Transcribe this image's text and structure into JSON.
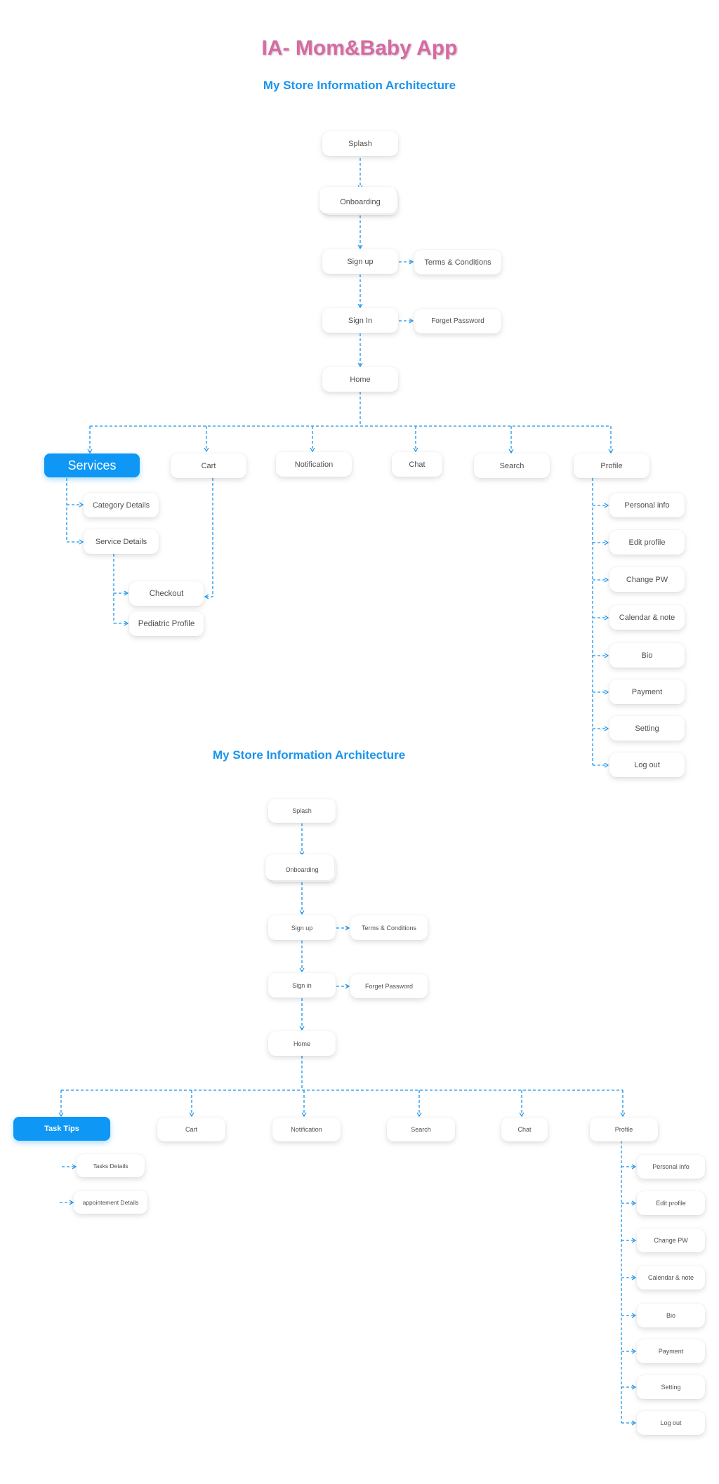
{
  "header": {
    "title": "IA- Mom&Baby App",
    "diagram1_title": "My Store Information Architecture",
    "diagram2_title": "My Store Information Architecture"
  },
  "diagram1": {
    "splash": "Splash",
    "onboarding": "Onboarding",
    "signup": "Sign up",
    "terms": "Terms & Conditions",
    "signin": "Sign In",
    "forget": "Forget Password",
    "home": "Home",
    "services": "Services",
    "cart": "Cart",
    "notification": "Notification",
    "chat": "Chat",
    "search": "Search",
    "profile": "Profile",
    "category_details": "Category Details",
    "service_details": "Service Details",
    "checkout": "Checkout",
    "pediatric_profile": "Pediatric Profile",
    "profile_items": [
      "Personal info",
      "Edit profile",
      "Change PW",
      "Calendar & note",
      "Bio",
      "Payment",
      "Setting",
      "Log out"
    ]
  },
  "diagram2": {
    "splash": "Splash",
    "onboarding": "Onboarding",
    "signup": "Sign up",
    "terms": "Terms & Conditions",
    "signin": "Sign in",
    "forget": "Forget Password",
    "home": "Home",
    "task_tips": "Task Tips",
    "cart": "Cart",
    "notification": "Notification",
    "search": "Search",
    "chat": "Chat",
    "profile": "Profile",
    "tasks_details": "Tasks Details",
    "appointement_details": "appointement Details",
    "profile_items": [
      "Personal info",
      "Edit profile",
      "Change PW",
      "Calendar & note",
      "Bio",
      "Payment",
      "Setting",
      "Log out"
    ]
  },
  "colors": {
    "title": "#d66aa3",
    "accent": "#1a94ee",
    "connector": "#1a94ee",
    "highlight_node": "#0e97f5"
  }
}
